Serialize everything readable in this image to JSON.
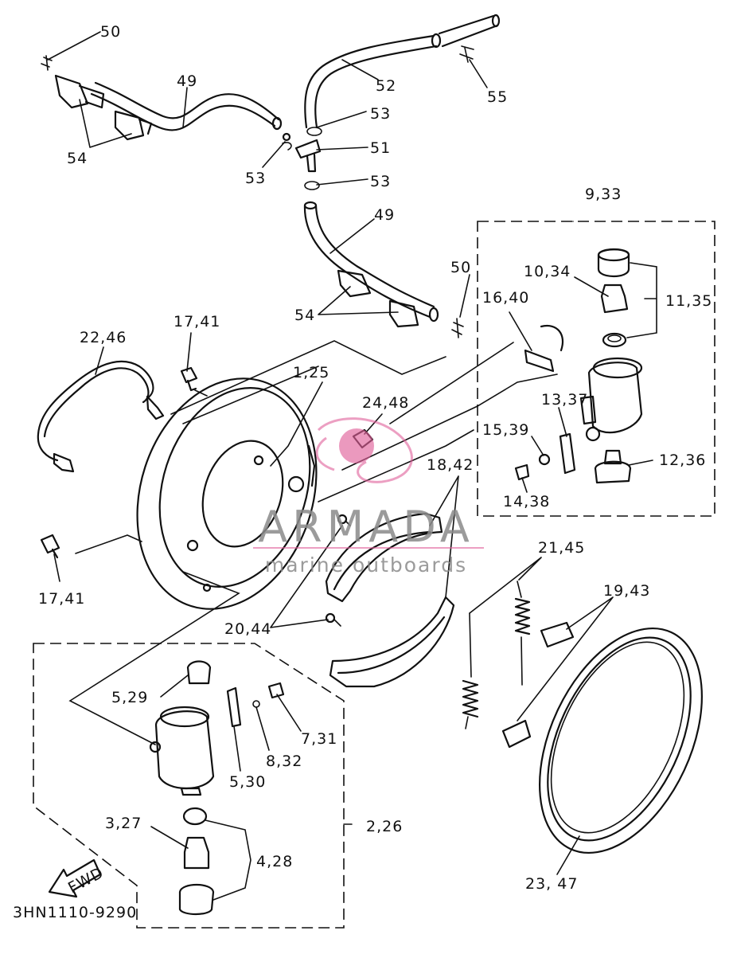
{
  "labels": {
    "l50a": "50",
    "l49a": "49",
    "l54a": "54",
    "l52": "52",
    "l55": "55",
    "l53a": "53",
    "l51": "51",
    "l53b": "53",
    "l53c": "53",
    "l49b": "49",
    "l933": "9,33",
    "l50b": "50",
    "l1034": "10,34",
    "l1135": "11,35",
    "l54b": "54",
    "l1640": "16,40",
    "l1741a": "17,41",
    "l2246": "22,46",
    "l125": "1,25",
    "l2448": "24,48",
    "l1337": "13,37",
    "l1539": "15,39",
    "l1236": "12,36",
    "l1438": "14,38",
    "l1842": "18,42",
    "l1741b": "17,41",
    "l2145": "21,45",
    "l1943": "19,43",
    "l2044": "20,44",
    "l529": "5,29",
    "l731": "7,31",
    "l832": "8,32",
    "l530": "5,30",
    "l226": "2,26",
    "l327": "3,27",
    "l428": "4,28",
    "l2347": "23, 47",
    "fwd": "FWD",
    "code": "3HN1110-9290"
  },
  "watermark": {
    "brand": "ARMADA",
    "tagline": "marine outboards",
    "color": "#e0609a"
  }
}
